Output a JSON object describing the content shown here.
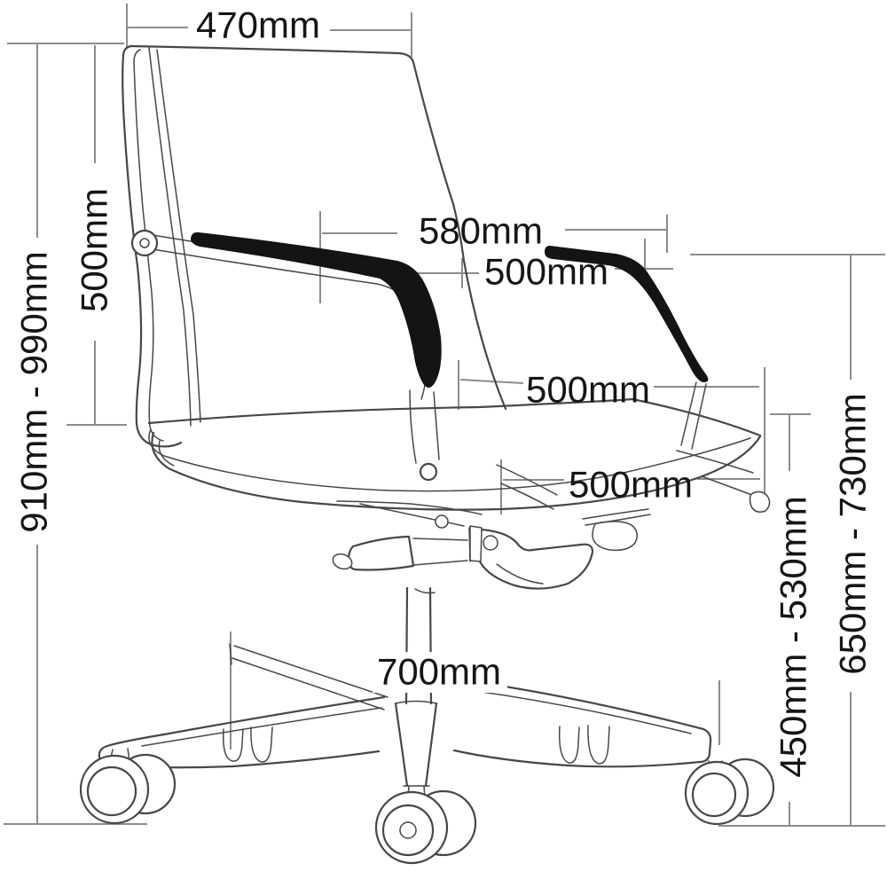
{
  "diagram": {
    "type": "technical-dimension-drawing",
    "subject": "office chair side-front line drawing with dimension callouts",
    "unit": "mm",
    "colors": {
      "background": "#ffffff",
      "dimension_line": "#8c8c8c",
      "chair_line": "#474747",
      "armrest_pad": "#141414",
      "text": "#151515"
    },
    "labels": {
      "top_width": "470mm",
      "back_height": "500mm",
      "overall_height": "910mm - 990mm",
      "armrest_span": "580mm",
      "upper_width": "500mm",
      "seat_width": "500mm",
      "seat_depth": "500mm",
      "base_width": "700mm",
      "seat_height": "450mm - 530mm",
      "armrest_height": "650mm - 730mm"
    }
  }
}
